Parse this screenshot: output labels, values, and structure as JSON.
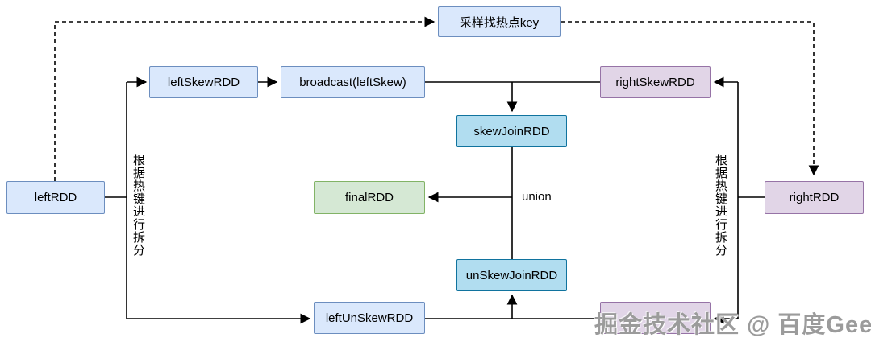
{
  "diagram": {
    "nodes": {
      "sample_hot_key": {
        "label": "采样找热点key"
      },
      "left_rdd": {
        "label": "leftRDD"
      },
      "left_skew_rdd": {
        "label": "leftSkewRDD"
      },
      "broadcast_left_skew": {
        "label": "broadcast(leftSkew)"
      },
      "right_skew_rdd": {
        "label": "rightSkewRDD"
      },
      "skew_join_rdd": {
        "label": "skewJoinRDD"
      },
      "final_rdd": {
        "label": "finalRDD"
      },
      "right_rdd": {
        "label": "rightRDD"
      },
      "un_skew_join_rdd": {
        "label": "unSkewJoinRDD"
      },
      "left_unskew_rdd": {
        "label": "leftUnSkewRDD"
      },
      "right_unskew_rdd": {
        "label": ""
      }
    },
    "edge_labels": {
      "union": "union",
      "left_split_note": "根据热键进行拆分",
      "right_split_note": "根据热键进行拆分"
    },
    "watermark": "掘金技术社区 @ 百度Geek说"
  },
  "colors": {
    "blue_fill": "#dae8fc",
    "blue_border": "#6c8ebf",
    "cyan_fill": "#b1ddf0",
    "cyan_border": "#10739e",
    "green_fill": "#d5e8d4",
    "green_border": "#82b366",
    "purple_fill": "#e1d5e7",
    "purple_border": "#9673a6",
    "connector": "#000000",
    "watermark_gray": "#9b9b9b"
  }
}
